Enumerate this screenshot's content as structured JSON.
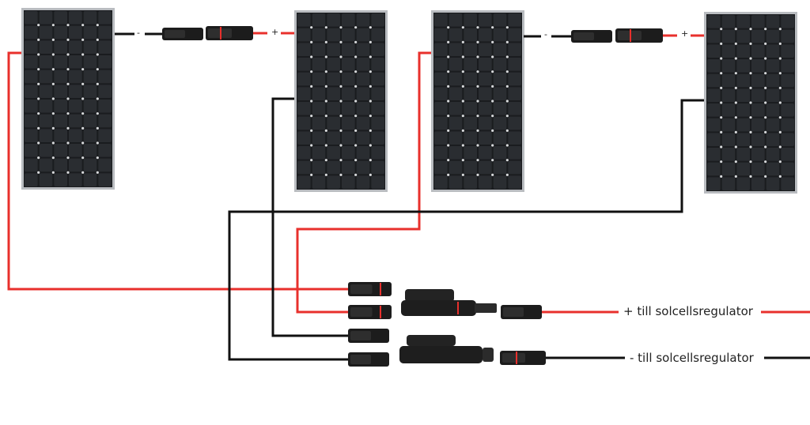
{
  "labels": {
    "plus_regulator": "+ till solcellsregulator",
    "minus_regulator": "- till solcellsregulator",
    "minus_sign": "-",
    "plus_sign": "+"
  },
  "colors": {
    "positive": "#e8302c",
    "negative": "#111111",
    "panel": "#1a1c1f",
    "frame": "#b9bcc0"
  },
  "panels": [
    "solar-panel-1",
    "solar-panel-2",
    "solar-panel-3",
    "solar-panel-4"
  ]
}
